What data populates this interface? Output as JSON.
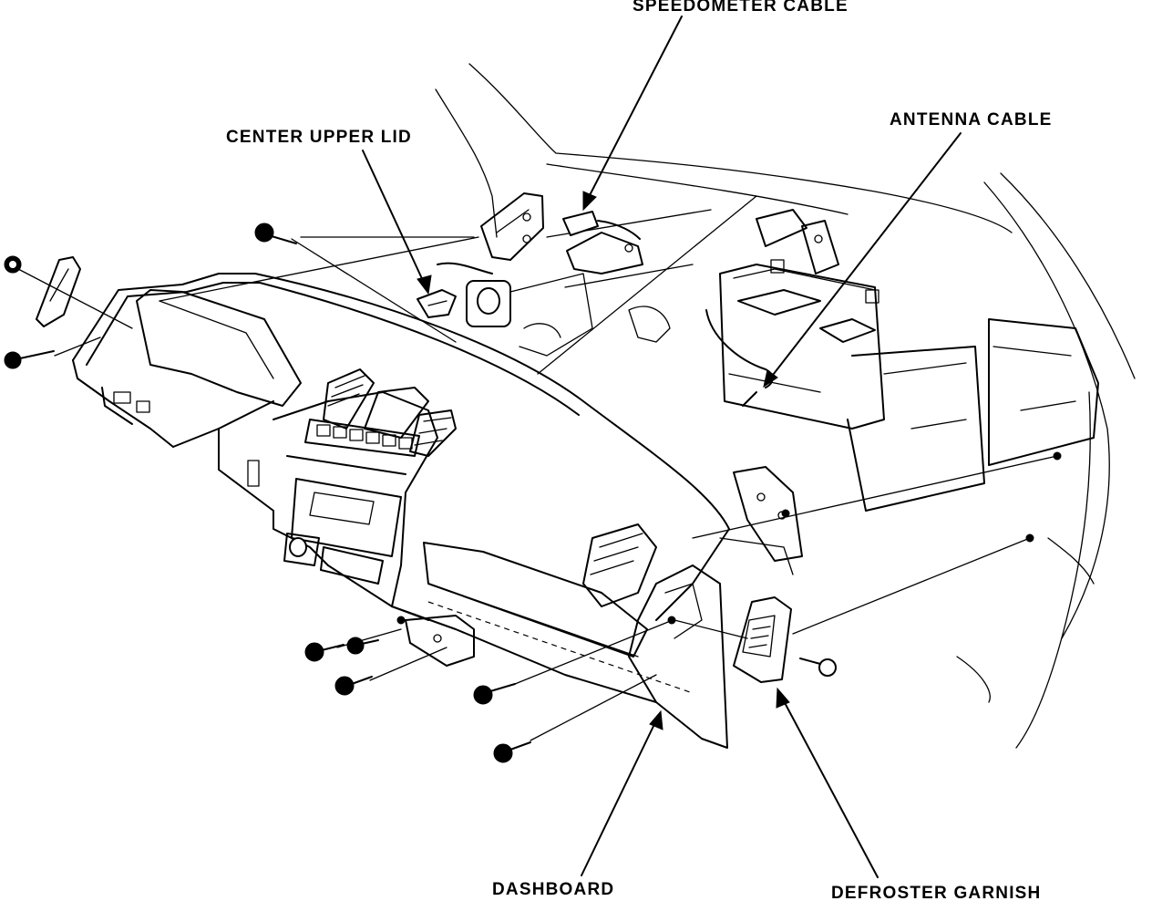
{
  "labels": {
    "speedometer_cable": "SPEEDOMETER CABLE",
    "center_upper_lid": "CENTER UPPER LID",
    "antenna_cable": "ANTENNA CABLE",
    "dashboard": "DASHBOARD",
    "defroster_garnish": "DEFROSTER GARNISH"
  },
  "colors": {
    "ink": "#000000",
    "paper": "#ffffff"
  }
}
